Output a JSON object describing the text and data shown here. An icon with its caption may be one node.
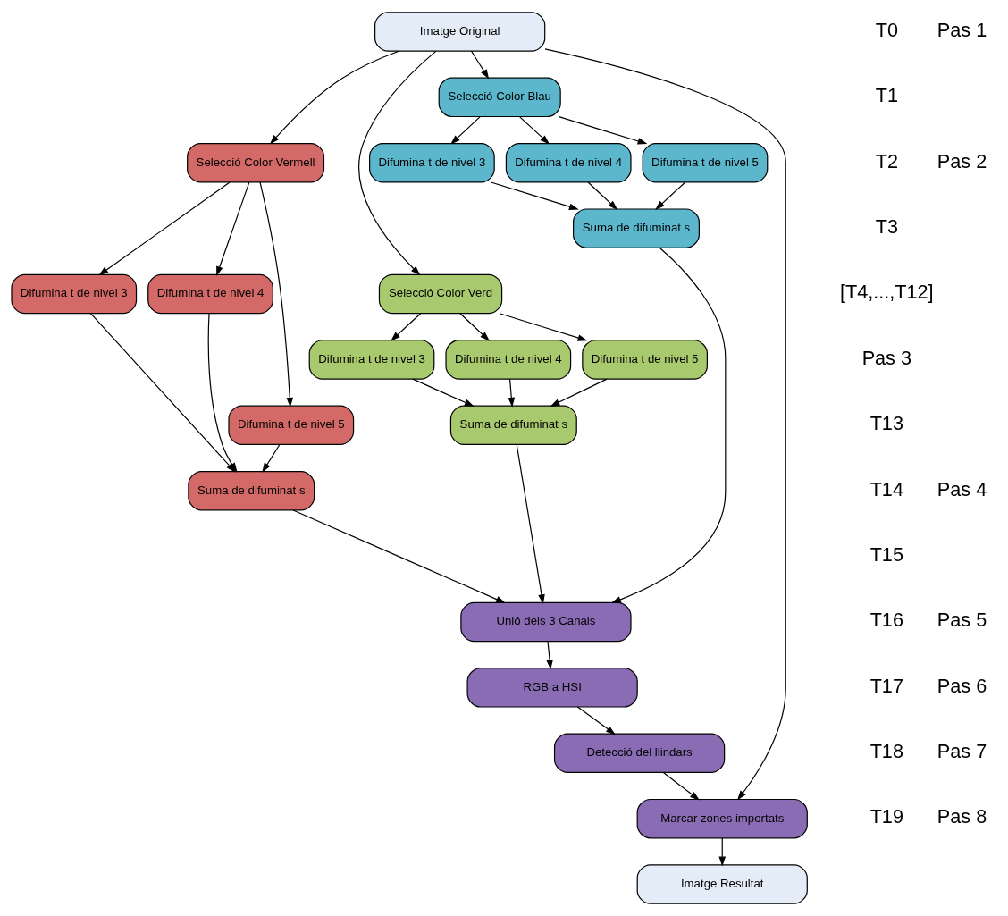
{
  "diagram": {
    "nodes": [
      {
        "text": [
          "Imatge Original"
        ]
      },
      {
        "text": [
          "Selecció Color Vermell"
        ]
      },
      {
        "text": [
          "Selecció Color Verd"
        ]
      },
      {
        "text": [
          "Selecció Color Blau"
        ]
      },
      {
        "text": [
          "Difumina t de nivel 3"
        ]
      },
      {
        "text": [
          "Difumina t de nivel 4"
        ]
      },
      {
        "text": [
          "Difumina t de nivel 5"
        ]
      },
      {
        "text": [
          "Difumina t de nivel 3"
        ]
      },
      {
        "text": [
          "Difumina t de nivel 4"
        ]
      },
      {
        "text": [
          "Difumina t de nivel 5"
        ]
      },
      {
        "text": [
          "Difumina t de nivel 3"
        ]
      },
      {
        "text": [
          "Difumina t de nivel 4"
        ]
      },
      {
        "text": [
          "Difumina t de nivel 5"
        ]
      },
      {
        "text": [
          "Suma de difuminat s"
        ]
      },
      {
        "text": [
          "Suma de difuminat s"
        ]
      },
      {
        "text": [
          "Suma de difuminat s"
        ]
      },
      {
        "text": [
          "Unió dels 3 Canals"
        ]
      },
      {
        "text": [
          "RGB a HSI"
        ]
      },
      {
        "text": [
          "Detecció del llindars"
        ]
      },
      {
        "text": [
          "Marcar zones importats"
        ]
      },
      {
        "text": [
          "Imatge Resultat"
        ]
      }
    ],
    "edges": [
      {
        "from": 0,
        "to": 1,
        "arrow": "to"
      },
      {
        "from": 0,
        "to": 2,
        "arrow": "to"
      },
      {
        "from": 0,
        "to": 3,
        "arrow": "to"
      },
      {
        "from": 1,
        "to": 4,
        "arrow": "to"
      },
      {
        "from": 1,
        "to": 5,
        "arrow": "to"
      },
      {
        "from": 1,
        "to": 6,
        "arrow": "to"
      },
      {
        "from": 3,
        "to": 7,
        "arrow": "to"
      },
      {
        "from": 3,
        "to": 8,
        "arrow": "to"
      },
      {
        "from": 3,
        "to": 9,
        "arrow": "to"
      },
      {
        "from": 2,
        "to": 10,
        "arrow": "to"
      },
      {
        "from": 2,
        "to": 11,
        "arrow": "to"
      },
      {
        "from": 2,
        "to": 12,
        "arrow": "to"
      },
      {
        "from": 4,
        "to": 13,
        "arrow": "to"
      },
      {
        "from": 5,
        "to": 13,
        "arrow": "to"
      },
      {
        "from": 6,
        "to": 13,
        "arrow": "to"
      },
      {
        "from": 10,
        "to": 14,
        "arrow": "to"
      },
      {
        "from": 11,
        "to": 14,
        "arrow": "to"
      },
      {
        "from": 12,
        "to": 14,
        "arrow": "to"
      },
      {
        "from": 7,
        "to": 15,
        "arrow": "to"
      },
      {
        "from": 8,
        "to": 15,
        "arrow": "to"
      },
      {
        "from": 9,
        "to": 15,
        "arrow": "to"
      },
      {
        "from": 13,
        "to": 16,
        "arrow": "to"
      },
      {
        "from": 14,
        "to": 16,
        "arrow": "to"
      },
      {
        "from": 15,
        "to": 16,
        "arrow": "to"
      },
      {
        "from": 16,
        "to": 17,
        "arrow": "to"
      },
      {
        "from": 17,
        "to": 18,
        "arrow": "to"
      },
      {
        "from": 18,
        "to": 19,
        "arrow": "to"
      },
      {
        "from": 0,
        "to": 19,
        "arrow": "to"
      },
      {
        "from": 19,
        "to": 20,
        "arrow": "to"
      }
    ],
    "labels": [
      "T0",
      "Pas 1",
      "T1",
      "T2",
      "Pas 2",
      "T3",
      "[T4,...,T12]",
      "Pas 3",
      "T13",
      "T14",
      "Pas 4",
      "T15",
      "T16",
      "Pas 5",
      "T17",
      "Pas 6",
      "T18",
      "Pas 7",
      "T19",
      "Pas 8"
    ]
  }
}
